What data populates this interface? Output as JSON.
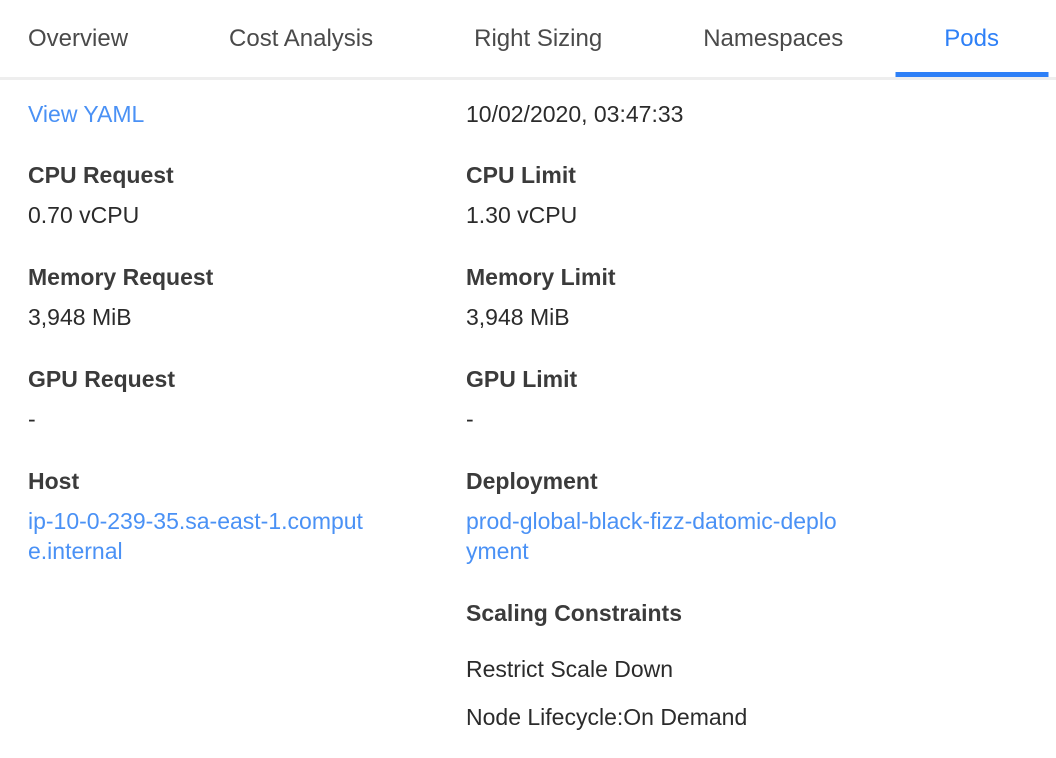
{
  "colors": {
    "active_tab_blue": "#2e80f7",
    "link_blue": "#4a91f5",
    "tab_text": "#4a4a4a",
    "label_text": "#3b3b3b",
    "value_text": "#2b2b2b",
    "tab_divider": "#eeeeee"
  },
  "tabs": [
    {
      "label": "Overview",
      "active": false
    },
    {
      "label": "Cost Analysis",
      "active": false
    },
    {
      "label": "Right Sizing",
      "active": false
    },
    {
      "label": "Namespaces",
      "active": false
    },
    {
      "label": "Pods",
      "active": true
    }
  ],
  "details": {
    "left": {
      "view_yaml": "View YAML",
      "fields": [
        {
          "label": "CPU Request",
          "value": "0.70 vCPU"
        },
        {
          "label": "Memory Request",
          "value": "3,948 MiB"
        },
        {
          "label": "GPU Request",
          "value": "-"
        }
      ],
      "host": {
        "label": "Host",
        "link": "ip-10-0-239-35.sa-east-1.compute.internal"
      }
    },
    "right": {
      "timestamp": "10/02/2020, 03:47:33",
      "fields": [
        {
          "label": "CPU Limit",
          "value": "1.30 vCPU"
        },
        {
          "label": "Memory Limit",
          "value": "3,948 MiB"
        },
        {
          "label": "GPU Limit",
          "value": "-"
        }
      ],
      "deployment": {
        "label": "Deployment",
        "link": "prod-global-black-fizz-datomic-deployment"
      },
      "scaling": {
        "label": "Scaling Constraints",
        "items": [
          "Restrict Scale Down",
          "Node Lifecycle:On Demand"
        ]
      }
    }
  }
}
